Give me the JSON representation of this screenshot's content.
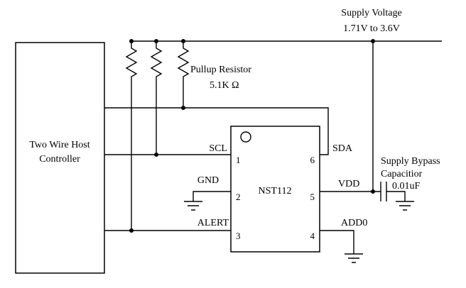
{
  "supply": {
    "line1": "Supply Voltage",
    "line2": "1.71V to 3.6V"
  },
  "pullup": {
    "line1": "Pullup Resistor",
    "line2": "5.1K Ω"
  },
  "host": {
    "line1": "Two Wire Host",
    "line2": "Controller"
  },
  "ic": {
    "name": "NST112",
    "pins": [
      {
        "num": "1",
        "label": "SCL"
      },
      {
        "num": "2",
        "label": "GND"
      },
      {
        "num": "3",
        "label": "ALERT"
      },
      {
        "num": "4",
        "label": "ADD0"
      },
      {
        "num": "5",
        "label": "VDD"
      },
      {
        "num": "6",
        "label": "SDA"
      }
    ]
  },
  "capacitor": {
    "line1": "Supply Bypass",
    "line2": "Capacitior",
    "value": "0.01uF"
  },
  "colors": {
    "wire": "#000000",
    "background": "#ffffff"
  }
}
